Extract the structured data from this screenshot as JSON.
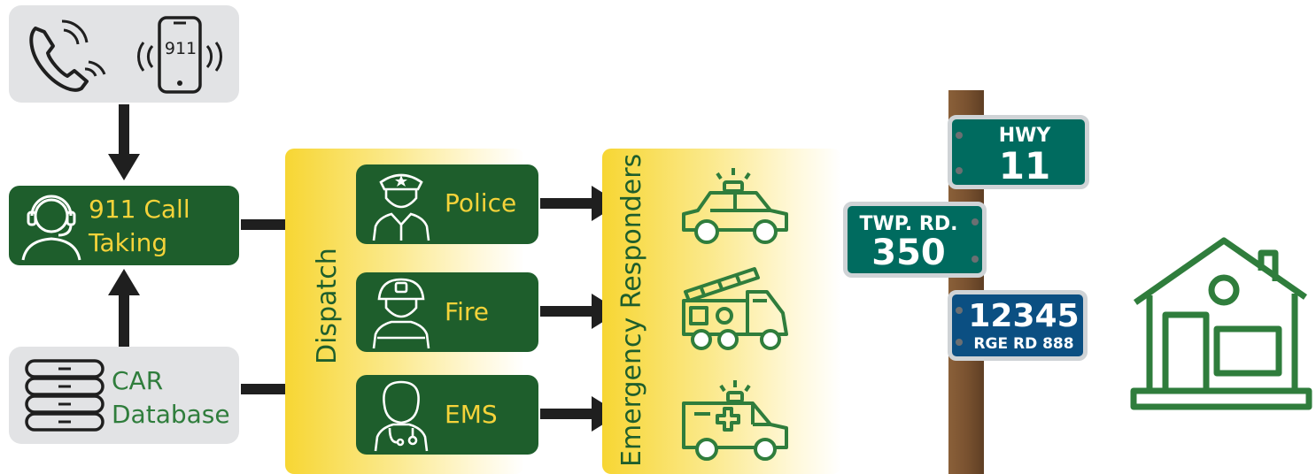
{
  "call_taking": {
    "label_line1": "911 Call",
    "label_line2": "Taking"
  },
  "phone_screen": {
    "text": "911"
  },
  "database": {
    "label_line1": "CAR",
    "label_line2": "Database"
  },
  "dispatch": {
    "label": "Dispatch"
  },
  "units": {
    "police": "Police",
    "fire": "Fire",
    "ems": "EMS"
  },
  "responders": {
    "label": "Emergency Responders"
  },
  "signs": {
    "hwy": {
      "line1": "HWY",
      "line2": "11"
    },
    "twp": {
      "line1": "TWP. RD.",
      "line2": "350"
    },
    "address": {
      "line1": "12345",
      "line2": "RGE RD 888"
    }
  },
  "colors": {
    "dark_green": "#1e5e2c",
    "icon_green": "#2f7d3c",
    "yellow_text": "#f5d33a",
    "sign_green": "#006b5f",
    "sign_blue": "#0b4f82",
    "pole": "#7a5230"
  }
}
